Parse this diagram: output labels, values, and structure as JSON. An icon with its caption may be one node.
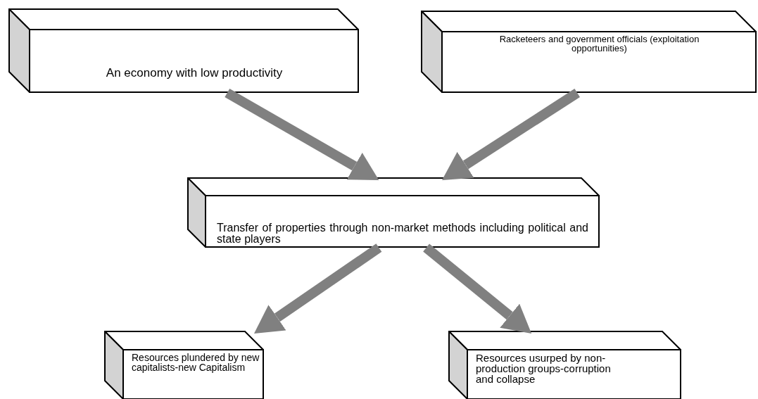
{
  "diagram": {
    "nodes": [
      {
        "text": [
          "An economy with low productivity"
        ]
      },
      {
        "text": [
          "Racketeers and government officials (exploitation opportunities)"
        ]
      },
      {
        "text": [
          "Transfer of properties through non-market methods including political and state players"
        ]
      },
      {
        "text": [
          "Resources plundered by new capitalists-new Capitalism"
        ]
      },
      {
        "text": [
          "Resources usurped by non-production groups-corruption and collapse"
        ]
      }
    ],
    "edges": [
      {
        "from": 0,
        "to": 2,
        "arrow": "to"
      },
      {
        "from": 1,
        "to": 2,
        "arrow": "to"
      },
      {
        "from": 2,
        "to": 3,
        "arrow": "to"
      },
      {
        "from": 2,
        "to": 4,
        "arrow": "to"
      }
    ]
  }
}
